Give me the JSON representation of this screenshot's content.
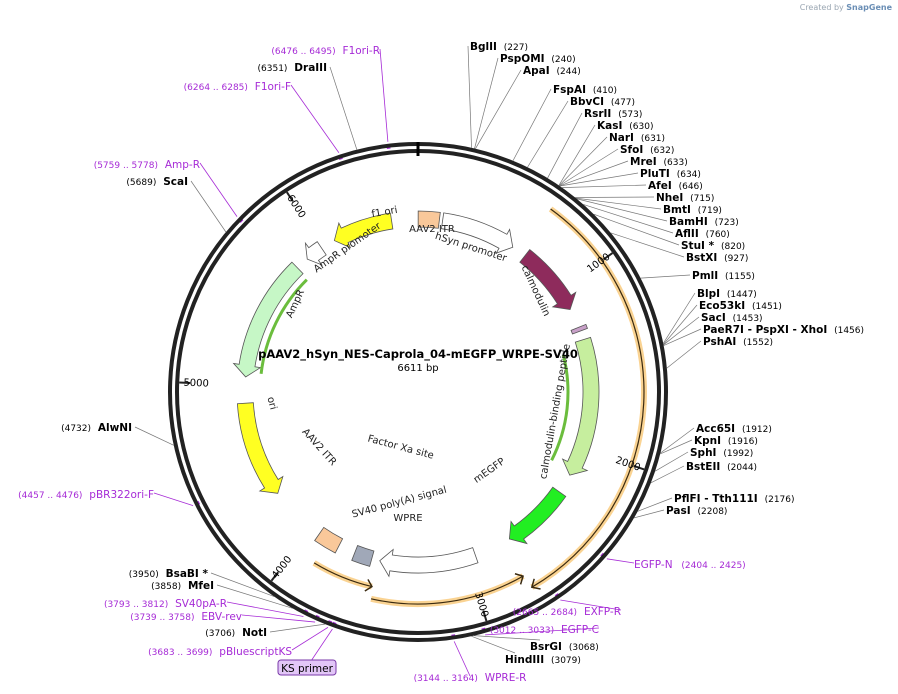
{
  "brand": {
    "created_by": "Created by",
    "name": "SnapGene"
  },
  "plasmid": {
    "name": "pAAV2_hSyn_NES-Caprola_04-mEGFP_WRPE-SV40",
    "length": "6611 bp",
    "bp": 6611
  },
  "ruler": [
    {
      "label": "1000",
      "pos": 1000
    },
    {
      "label": "2000",
      "pos": 2000
    },
    {
      "label": "3000",
      "pos": 3000
    },
    {
      "label": "4000",
      "pos": 4000
    },
    {
      "label": "5000",
      "pos": 5000
    },
    {
      "label": "6000",
      "pos": 6000
    }
  ],
  "features": [
    {
      "label": "AAV2 ITR",
      "start": 1,
      "end": 130,
      "style": "box",
      "color": "#f9c89a"
    },
    {
      "label": "hSyn promoter",
      "start": 150,
      "end": 610,
      "style": "arrow",
      "dir": 1,
      "color": "#ffffff"
    },
    {
      "label": "calmodulin",
      "start": 700,
      "end": 1130,
      "style": "arrow",
      "dir": 1,
      "color": "#8e2b5c"
    },
    {
      "label": "Factor Xa site",
      "start": 1250,
      "end": 1275,
      "style": "box",
      "color": "#c8a0c8"
    },
    {
      "label": "calmodulin-binding peptide",
      "start": 1330,
      "end": 2180,
      "style": "arrow",
      "dir": 1,
      "color": "#c6ee9e"
    },
    {
      "label": "mEGFP",
      "start": 2300,
      "end": 2720,
      "style": "arrow",
      "dir": 1,
      "color": "#22ee22"
    },
    {
      "label": "WPRE",
      "start": 2950,
      "end": 3540,
      "style": "arrow",
      "dir": 1,
      "color": "#ffffff"
    },
    {
      "label": "SV40 poly(A) signal",
      "start": 3590,
      "end": 3700,
      "style": "box",
      "color": "#a0a8b8"
    },
    {
      "label": "AAV2 ITR",
      "start": 3805,
      "end": 3945,
      "style": "box",
      "color": "#f9c89a"
    },
    {
      "label": "ori",
      "start": 4300,
      "end": 4890,
      "style": "arrow",
      "dir": -1,
      "color": "#ffff22"
    },
    {
      "label": "AmpR",
      "start": 5050,
      "end": 5800,
      "style": "arrow",
      "dir": -1,
      "color": "#c6f7c6"
    },
    {
      "label": "AmpR promoter",
      "start": 5880,
      "end": 5990,
      "style": "arrow",
      "dir": -1,
      "color": "#ffffff"
    },
    {
      "label": "f1 ori",
      "start": 6080,
      "end": 6450,
      "style": "arrow",
      "dir": -1,
      "color": "#ffff22"
    }
  ],
  "orf_arcs": [
    {
      "start": 660,
      "end": 2750,
      "dir": 1
    },
    {
      "start": 2760,
      "end": 3540,
      "dir": -1
    },
    {
      "start": 3550,
      "end": 3880,
      "dir": -1
    }
  ],
  "inner_green": [
    {
      "start": 1390,
      "end": 2150,
      "dir": 1
    },
    {
      "start": 5080,
      "end": 5790,
      "dir": -1
    }
  ],
  "enzymes_right": [
    {
      "name": "BglII",
      "pos": "(227)",
      "site": 227
    },
    {
      "name": "PspOMI",
      "pos": "(240)",
      "site": 240
    },
    {
      "name": "ApaI",
      "pos": "(244)",
      "site": 244
    },
    {
      "name": "FspAI",
      "pos": "(410)",
      "site": 410
    },
    {
      "name": "BbvCI",
      "pos": "(477)",
      "site": 477
    },
    {
      "name": "RsrII",
      "pos": "(573)",
      "site": 573
    },
    {
      "name": "KasI",
      "pos": "(630)",
      "site": 630
    },
    {
      "name": "NarI",
      "pos": "(631)",
      "site": 631
    },
    {
      "name": "SfoI",
      "pos": "(632)",
      "site": 632
    },
    {
      "name": "MreI",
      "pos": "(633)",
      "site": 633
    },
    {
      "name": "PluTI",
      "pos": "(634)",
      "site": 634
    },
    {
      "name": "AfeI",
      "pos": "(646)",
      "site": 646
    },
    {
      "name": "NheI",
      "pos": "(715)",
      "site": 715
    },
    {
      "name": "BmtI",
      "pos": "(719)",
      "site": 719
    },
    {
      "name": "BamHI",
      "pos": "(723)",
      "site": 723
    },
    {
      "name": "AflII",
      "pos": "(760)",
      "site": 760
    },
    {
      "name": "StuI *",
      "pos": "(820)",
      "site": 820
    },
    {
      "name": "BstXI",
      "pos": "(927)",
      "site": 927
    },
    {
      "name": "PmlI",
      "pos": "(1155)",
      "site": 1155
    },
    {
      "name": "BlpI",
      "pos": "(1447)",
      "site": 1447
    },
    {
      "name": "Eco53kI",
      "pos": "(1451)",
      "site": 1451
    },
    {
      "name": "SacI",
      "pos": "(1453)",
      "site": 1453
    },
    {
      "name": "PaeR7I - PspXI - XhoI",
      "pos": "(1456)",
      "site": 1456
    },
    {
      "name": "PshAI",
      "pos": "(1552)",
      "site": 1552
    },
    {
      "name": "Acc65I",
      "pos": "(1912)",
      "site": 1912
    },
    {
      "name": "KpnI",
      "pos": "(1916)",
      "site": 1916
    },
    {
      "name": "SphI",
      "pos": "(1992)",
      "site": 1992
    },
    {
      "name": "BstEII",
      "pos": "(2044)",
      "site": 2044
    },
    {
      "name": "PflFI - Tth111I",
      "pos": "(2176)",
      "site": 2176
    },
    {
      "name": "PasI",
      "pos": "(2208)",
      "site": 2208
    }
  ],
  "enzymes_bottom": [
    {
      "name": "BsrGI",
      "pos": "(3068)",
      "site": 3068
    },
    {
      "name": "HindIII",
      "pos": "(3079)",
      "site": 3079
    }
  ],
  "enzymes_left": [
    {
      "name": "DraIII",
      "pos": "(6351)",
      "site": 6351
    },
    {
      "name": "ScaI",
      "pos": "(5689)",
      "site": 5689
    },
    {
      "name": "AlwNI",
      "pos": "(4732)",
      "site": 4732
    },
    {
      "name": "BsaBI *",
      "pos": "(3950)",
      "site": 3950
    },
    {
      "name": "MfeI",
      "pos": "(3858)",
      "site": 3858
    },
    {
      "name": "NotI",
      "pos": "(3706)",
      "site": 3706
    }
  ],
  "primers": [
    {
      "name": "F1ori-R",
      "range": "(6476 .. 6495)",
      "site": 6485
    },
    {
      "name": "F1ori-F",
      "range": "(6264 .. 6285)",
      "site": 6275
    },
    {
      "name": "Amp-R",
      "range": "(5759 .. 5778)",
      "site": 5768
    },
    {
      "name": "pBR322ori-F",
      "range": "(4457 .. 4476)",
      "site": 4466
    },
    {
      "name": "SV40pA-R",
      "range": "(3793 .. 3812)",
      "site": 3802
    },
    {
      "name": "EBV-rev",
      "range": "(3739 .. 3758)",
      "site": 3748
    },
    {
      "name": "pBluescriptKS",
      "range": "(3683 .. 3699)",
      "site": 3690
    },
    {
      "name": "KS primer",
      "range": "",
      "site": 3670
    },
    {
      "name": "WPRE-R",
      "range": "(3144 .. 3164)",
      "site": 3154
    },
    {
      "name": "EGFP-C",
      "range": "(3012 .. 3033)",
      "site": 3022
    },
    {
      "name": "EXFP-R",
      "range": "(2665 .. 2684)",
      "site": 2674
    },
    {
      "name": "EGFP-N",
      "range": "(2404 .. 2425)",
      "site": 2414
    }
  ],
  "colors": {
    "primer": "#a62bd6",
    "enzyme": "#000000",
    "backbone": "#222222",
    "orf": "#f6b54a"
  }
}
